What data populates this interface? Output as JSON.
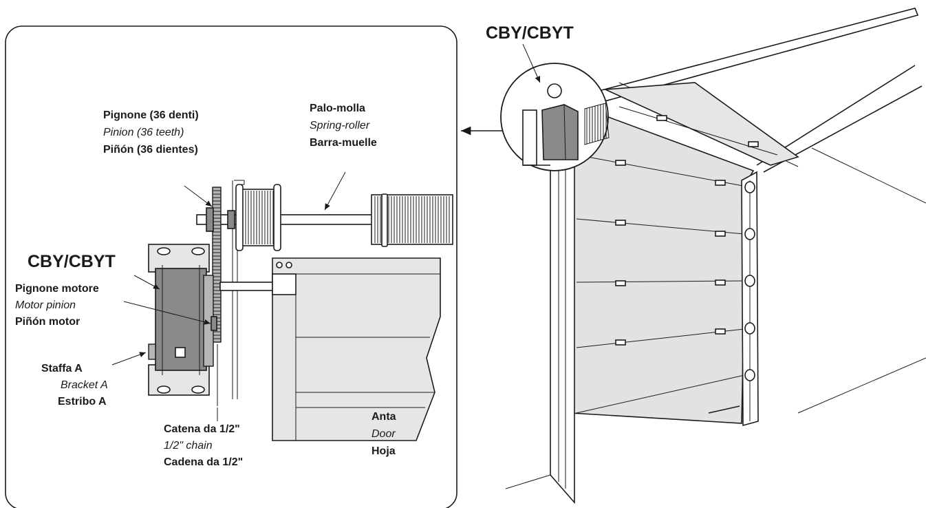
{
  "diagram": {
    "callout_title": "CBY/CBYT",
    "main_title": "CBY/CBYT",
    "labels": {
      "pinion": [
        "Pignone (36 denti)",
        "Pinion (36 teeth)",
        "Piñón (36 dientes)"
      ],
      "spring_roller": [
        "Palo-molla",
        "Spring-roller",
        "Barra-muelle"
      ],
      "motor_pinion": [
        "Pignone motore",
        "Motor pinion",
        "Piñón motor"
      ],
      "bracket": [
        "Staffa A",
        "Bracket A",
        "Estribo A"
      ],
      "chain": [
        "Catena da 1/2\"",
        "1/2\" chain",
        "Cadena da 1/2\""
      ],
      "door": [
        "Anta",
        "Door",
        "Hoja"
      ]
    }
  }
}
